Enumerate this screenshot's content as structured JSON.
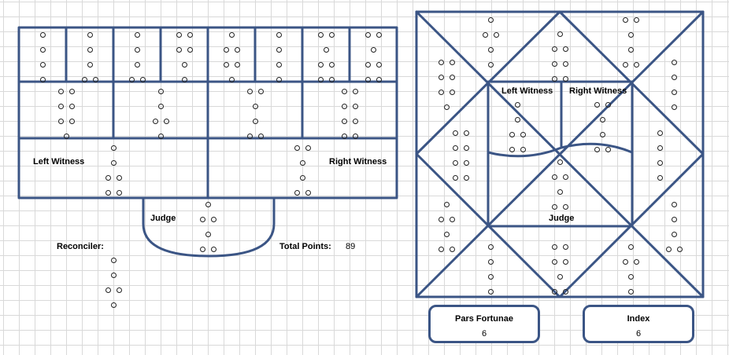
{
  "colors": {
    "line": "#3b5585",
    "grid": "#d9d9d9",
    "dot": "#222222"
  },
  "shield": {
    "labels": {
      "left_witness": "Left Witness",
      "right_witness": "Right Witness",
      "judge": "Judge",
      "reconciler": "Reconciler:",
      "total_points": "Total Points:"
    },
    "total_points_value": "89",
    "figures": {
      "mother1": [
        1,
        1,
        1,
        1
      ],
      "mother2": [
        1,
        1,
        1,
        2
      ],
      "mother3": [
        1,
        1,
        1,
        2
      ],
      "mother4": [
        2,
        2,
        1,
        1
      ],
      "daughter1": [
        1,
        2,
        2,
        1
      ],
      "daughter2": [
        1,
        1,
        1,
        1
      ],
      "daughter3": [
        2,
        1,
        2,
        2
      ],
      "daughter4": [
        2,
        1,
        2,
        2
      ],
      "niece1": [
        2,
        2,
        2,
        1
      ],
      "niece2": [
        1,
        1,
        2,
        1
      ],
      "niece3": [
        2,
        1,
        1,
        2
      ],
      "niece4": [
        2,
        2,
        2,
        2
      ],
      "left_witness": [
        1,
        1,
        2,
        2
      ],
      "right_witness": [
        2,
        1,
        1,
        2
      ],
      "judge": [
        1,
        2,
        1,
        2
      ],
      "reconciler": [
        1,
        1,
        2,
        1
      ]
    }
  },
  "chart": {
    "labels": {
      "left_witness": "Left Witness",
      "right_witness": "Right Witness",
      "judge": "Judge"
    },
    "houses": {
      "h1": [
        2,
        2,
        2,
        1
      ],
      "h2": [
        1,
        2,
        1,
        1
      ],
      "h3": [
        1,
        1,
        1,
        1
      ],
      "h4": [
        1,
        1,
        1,
        1
      ],
      "h5": [
        2,
        1,
        1,
        2
      ],
      "h6": [
        1,
        2,
        2,
        2
      ],
      "h7": [
        1,
        1,
        1,
        2
      ],
      "h8": [
        1,
        2,
        1,
        1
      ],
      "h9": [
        2,
        2,
        1,
        2
      ],
      "h10": [
        1,
        2,
        1,
        2
      ],
      "h11": [
        2,
        2,
        2,
        2
      ],
      "h12": [
        1,
        1,
        1,
        1
      ],
      "left_witness": [
        1,
        1,
        2,
        2
      ],
      "right_witness": [
        2,
        1,
        1,
        2
      ],
      "judge": [
        1,
        2,
        1,
        2
      ]
    }
  },
  "pars_fortunae": {
    "label": "Pars Fortunae",
    "value": "6"
  },
  "index": {
    "label": "Index",
    "value": "6"
  }
}
